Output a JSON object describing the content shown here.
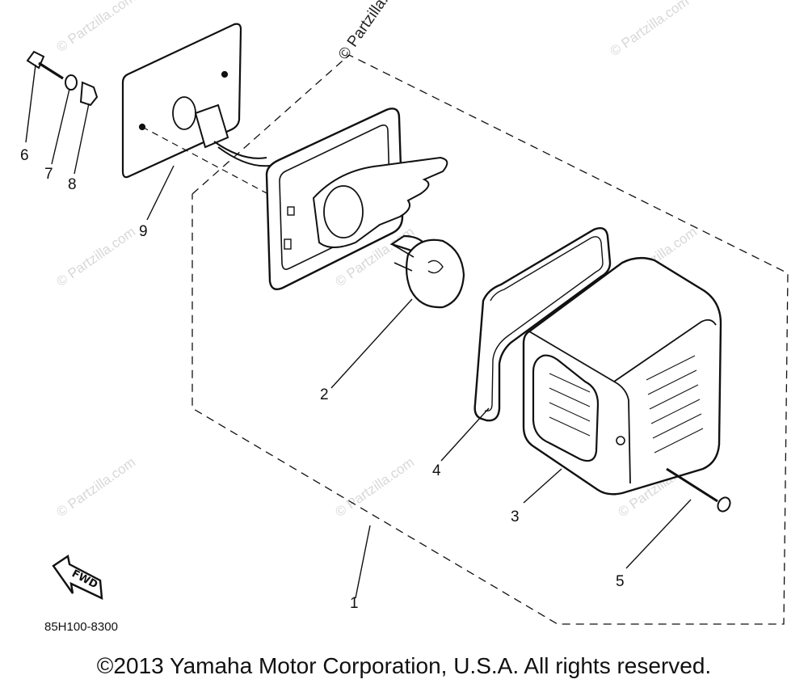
{
  "watermark": "© Partzilla.com",
  "callouts": {
    "c1": "1",
    "c2": "2",
    "c3": "3",
    "c4": "4",
    "c5": "5",
    "c6": "6",
    "c7": "7",
    "c8": "8",
    "c9": "9"
  },
  "fwd_label": "FWD",
  "diagram_code": "85H100-8300",
  "copyright": "©2013 Yamaha Motor Corporation, U.S.A. All rights reserved."
}
